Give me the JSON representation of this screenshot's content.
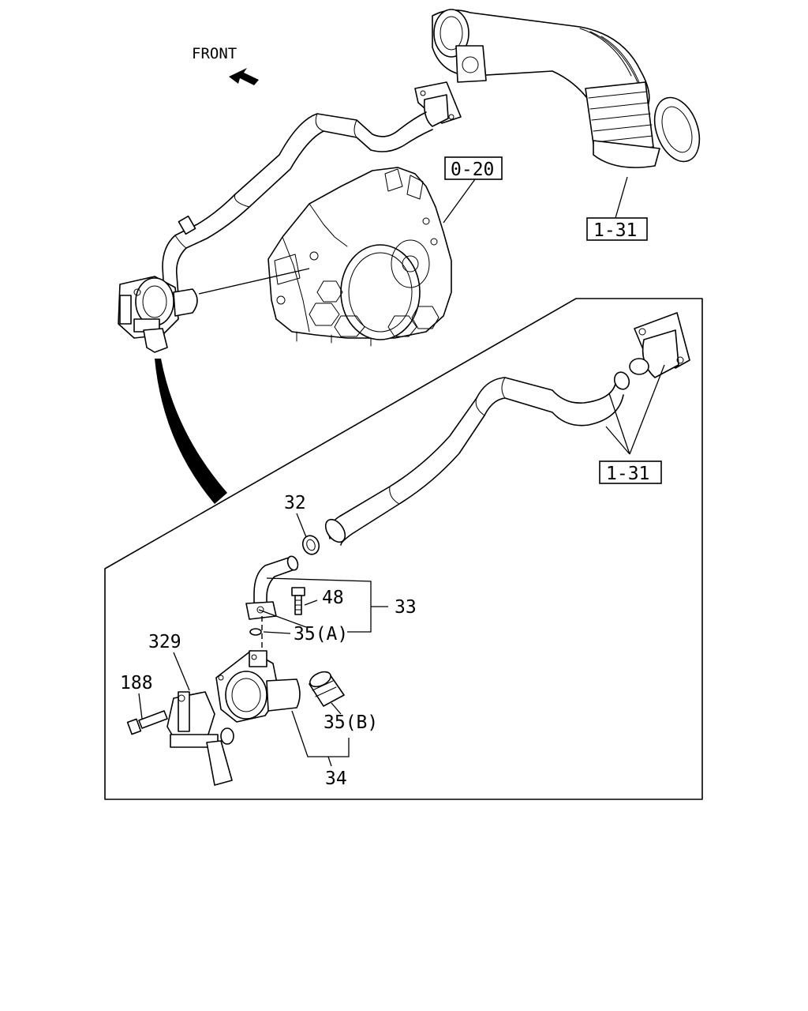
{
  "direction_label": "FRONT",
  "ref_boxes": {
    "flywheel_housing_ref": "0-20",
    "hose_ref_top": "1-31",
    "hose_ref_detail": "1-31"
  },
  "callouts": {
    "clamp": "32",
    "pipe_assembly": "33",
    "bolt_pipe": "48",
    "gasket_a": "35(A)",
    "bracket": "329",
    "bolt_bracket": "188",
    "seal_b": "35(B)",
    "outlet_assembly": "34"
  }
}
